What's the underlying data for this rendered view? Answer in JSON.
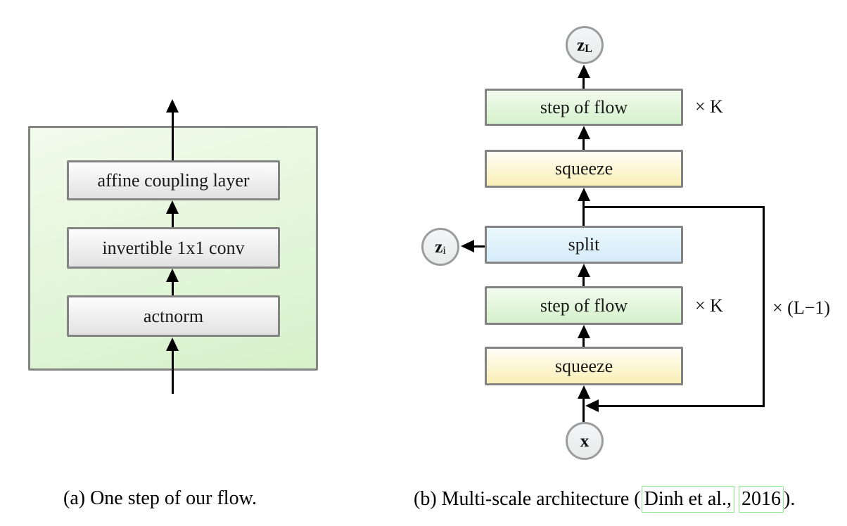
{
  "left_panel": {
    "caption": "(a) One step of our flow.",
    "boxes": {
      "affine": "affine coupling layer",
      "conv": "invertible 1x1 conv",
      "actnorm": "actnorm"
    }
  },
  "right_panel": {
    "boxes": {
      "step_top": "step of flow",
      "squeeze_top": "squeeze",
      "split": "split",
      "step_bottom": "step of flow",
      "squeeze_bottom": "squeeze"
    },
    "nodes": {
      "z_L_base": "z",
      "z_L_sub": "L",
      "z_i_base": "z",
      "z_i_sub": "i",
      "x": "x"
    },
    "multipliers": {
      "k_top": "× K",
      "k_bottom": "× K",
      "l_minus_1": "× (L−1)"
    },
    "caption": {
      "prefix": "(b) Multi-scale architecture (",
      "cite_author": "Dinh et al.,",
      "cite_year": "2016",
      "suffix": ")."
    }
  },
  "colors": {
    "box_border": "#838383",
    "circle_border": "#9c9c9c",
    "container_green_top": "#f1fbec",
    "container_green_bottom": "#d7f1ca",
    "step_green_top": "#f2fbee",
    "step_green_bottom": "#d5f1cb",
    "squeeze_yellow_top": "#fffef6",
    "squeeze_yellow_bottom": "#f9efb6",
    "split_blue_top": "#ebf7fd",
    "split_blue_bottom": "#d5ecf9",
    "gray_box_top": "#fdfdfd",
    "gray_box_bottom": "#e2e2e2",
    "link_green": "#8ce98c"
  }
}
